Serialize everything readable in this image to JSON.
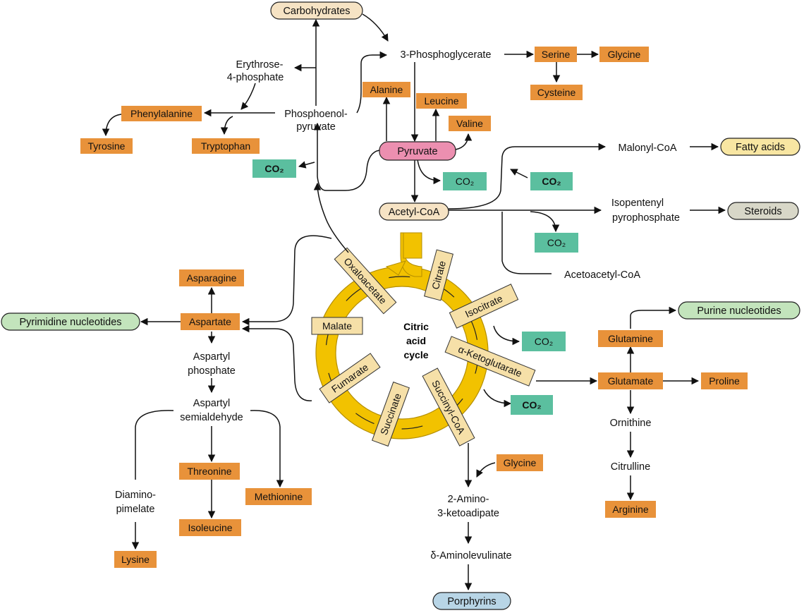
{
  "diagram": {
    "center": [
      "Citric",
      "acid",
      "cycle"
    ],
    "cycle_intermediates": [
      "Oxaloacetate",
      "Citrate",
      "Isocitrate",
      "α-Ketoglutarate",
      "Succinyl-CoA",
      "Succinate",
      "Fumarate",
      "Malate"
    ],
    "sugars": {
      "carbohydrates": "Carbohydrates"
    },
    "plain_nodes": {
      "phosphoglycerate": "3-Phosphoglycerate",
      "erythrose_1": "Erythrose-",
      "erythrose_2": "4-phosphate",
      "pep_1": "Phosphoenol-",
      "pep_2": "pyruvate",
      "malonyl": "Malonyl-CoA",
      "isopentenyl_1": "Isopentenyl",
      "isopentenyl_2": "pyrophosphate",
      "acetoacetyl": "Acetoacetyl-CoA",
      "aspartyl_p_1": "Aspartyl",
      "aspartyl_p_2": "phosphate",
      "aspartyl_s_1": "Aspartyl",
      "aspartyl_s_2": "semialdehyde",
      "diamino_1": "Diamino-",
      "diamino_2": "pimelate",
      "amino_keto_1": "2-Amino-",
      "amino_keto_2": "3-ketoadipate",
      "aminolevulinate": "δ-Aminolevulinate",
      "ornithine": "Ornithine",
      "citrulline": "Citrulline"
    },
    "amino_acids": {
      "serine": "Serine",
      "glycine_top": "Glycine",
      "cysteine": "Cysteine",
      "alanine": "Alanine",
      "leucine": "Leucine",
      "valine": "Valine",
      "phenylalanine": "Phenylalanine",
      "tyrosine": "Tyrosine",
      "tryptophan": "Tryptophan",
      "asparagine": "Asparagine",
      "aspartate": "Aspartate",
      "threonine": "Threonine",
      "methionine": "Methionine",
      "isoleucine": "Isoleucine",
      "lysine": "Lysine",
      "glycine_low": "Glycine",
      "glutamine": "Glutamine",
      "glutamate": "Glutamate",
      "proline": "Proline",
      "arginine": "Arginine"
    },
    "co2_label": "CO₂",
    "pyruvate": "Pyruvate",
    "acetyl_coa": "Acetyl-CoA",
    "fatty_acids": "Fatty acids",
    "steroids": "Steroids",
    "pyrimidine": "Pyrimidine nucleotides",
    "purine": "Purine nucleotides",
    "porphyrins": "Porphyrins",
    "colors": {
      "amino_acid_box": "#e8923a",
      "co2_box": "#5bbf9f",
      "pyruvate_box": "#ec8fb0",
      "carbohydrate_box": "#f6e3c4",
      "fatty_acid_box": "#f8e6a2",
      "steroid_box": "#d8d7c8",
      "nucleotide_box": "#c3e4bc",
      "porphyrin_box": "#b8d5e6",
      "cycle_ring": "#f2c200"
    }
  }
}
